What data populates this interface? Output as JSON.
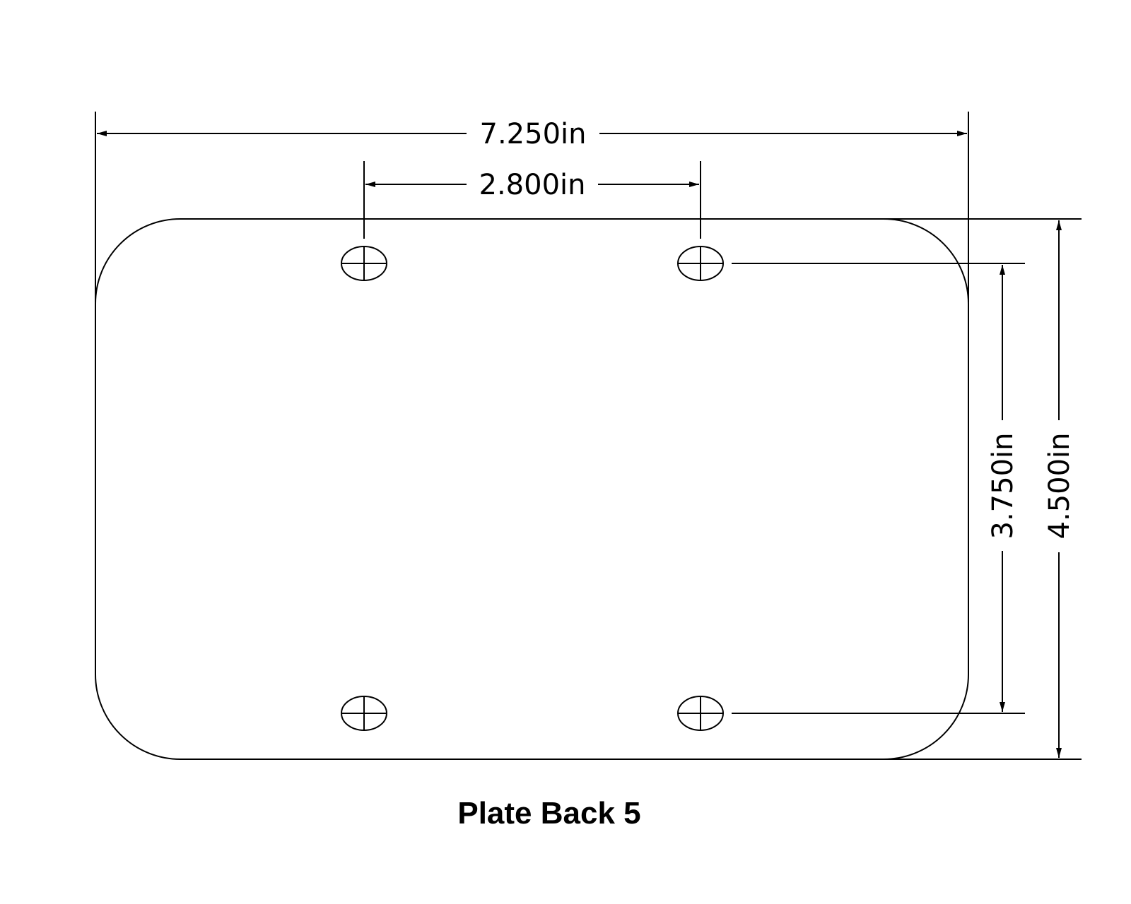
{
  "title": "Plate Back 5",
  "dimensions": {
    "overall_width": "7.250in",
    "hole_spacing_horizontal": "2.800in",
    "hole_spacing_vertical": "3.750in",
    "overall_height": "4.500in"
  },
  "holes": [
    {
      "id": "top-left"
    },
    {
      "id": "top-right"
    },
    {
      "id": "bottom-left"
    },
    {
      "id": "bottom-right"
    }
  ],
  "colors": {
    "line": "#000000",
    "background": "#ffffff"
  }
}
